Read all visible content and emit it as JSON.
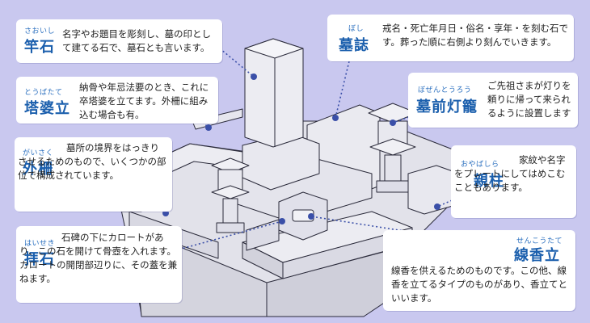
{
  "colors": {
    "background": "#c9c8ef",
    "accent": "#1b5fad",
    "leader": "#3a4fa8",
    "stone": "#e6e6ec",
    "stone_line": "#2a2a3a"
  },
  "labels": {
    "saoishi": {
      "furigana": "さおいし",
      "term": "竿石",
      "description": "名字やお題目を彫刻し、墓の印として建てる石で、墓石とも言います。"
    },
    "toubatate": {
      "furigana": "とうばたて",
      "term": "塔婆立",
      "description": "納骨や年忌法要のとき、これに卒塔婆を立てます。外柵に組み込む場合も有。"
    },
    "gaisaku": {
      "furigana": "がいさく",
      "term": "外柵",
      "description": "墓所の境界をはっきりさせるためのもので、いくつかの部位で構成されています。"
    },
    "haiseki": {
      "furigana": "はいせき",
      "term": "拝石",
      "description": "石碑の下にカロートがあり、この石を開けて骨壺を入れます。カロートの開閉部辺りに、その蓋を兼ねます。"
    },
    "boshi": {
      "furigana": "ぼし",
      "term": "墓誌",
      "description": "戒名・死亡年月日・俗名・享年・を刻む石です。葬った順に右側より刻んでいきます。"
    },
    "bozentourou": {
      "furigana": "ぼぜんとうろう",
      "term": "墓前灯籠",
      "description": "ご先祖さまが灯りを頼りに帰って来られるように設置します"
    },
    "oyabashira": {
      "furigana": "おやばしら",
      "term": "親柱",
      "description": "家紋や名字をプレートにしてはめこむこともあります。"
    },
    "senkoutate": {
      "furigana": "せんこうたて",
      "term": "線香立",
      "description": "線香を供えるためのものです。この他、線香を立てるタイプのものがあり、香立てといいます。"
    }
  }
}
